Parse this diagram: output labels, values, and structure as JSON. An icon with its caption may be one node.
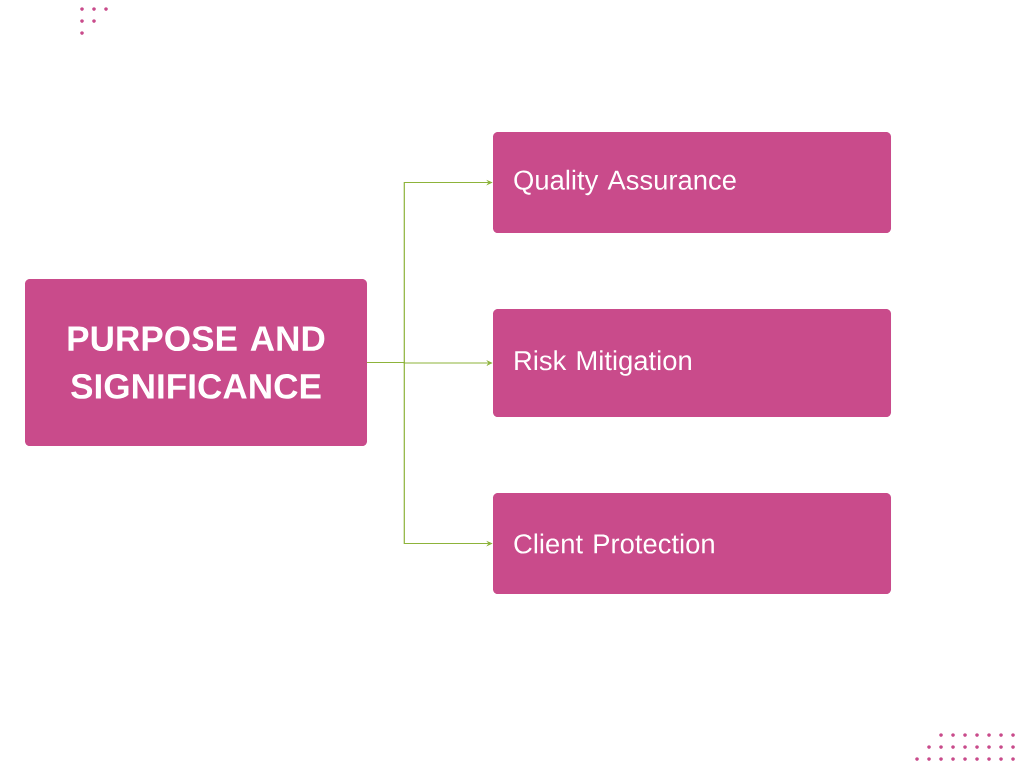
{
  "diagram": {
    "nodes": [
      {
        "text": [
          "PURPOSE AND SIGNIFICANCE"
        ]
      },
      {
        "text": [
          "Quality Assurance"
        ]
      },
      {
        "text": [
          "Risk Mitigation"
        ]
      },
      {
        "text": [
          "Client Protection"
        ]
      }
    ],
    "edges": [
      {
        "from": 0,
        "to": 1,
        "arrow": "to"
      },
      {
        "from": 0,
        "to": 2,
        "arrow": "to"
      },
      {
        "from": 0,
        "to": 3,
        "arrow": "to"
      }
    ]
  }
}
